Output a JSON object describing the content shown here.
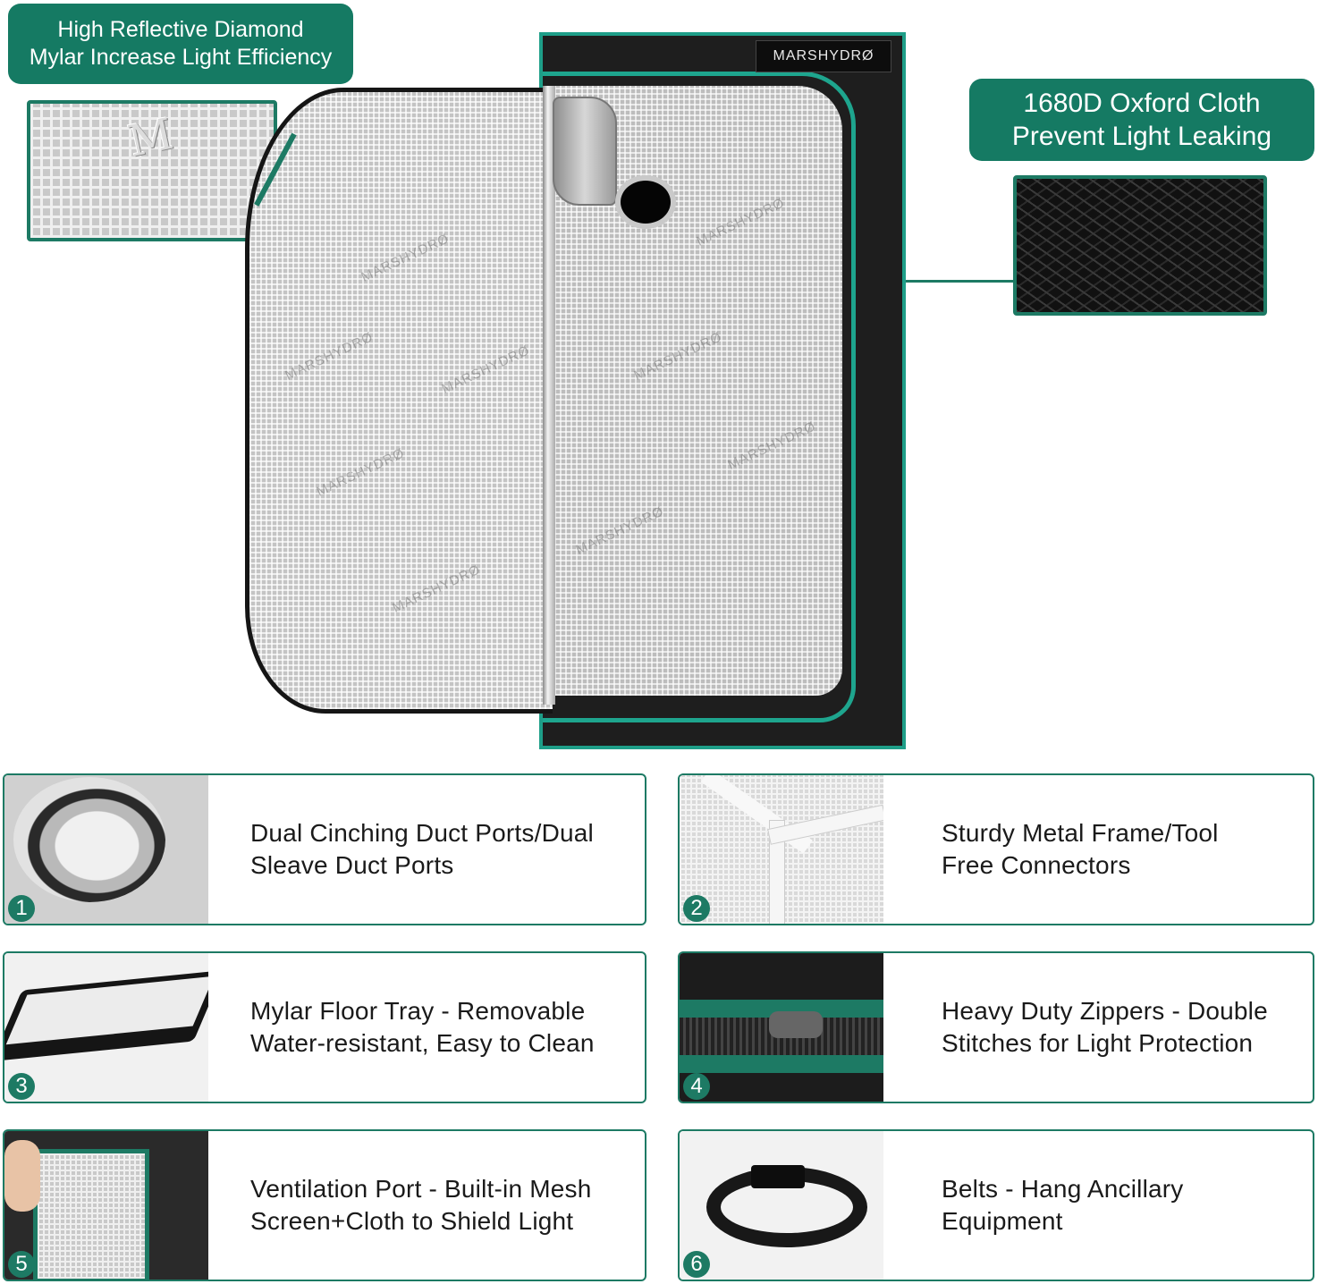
{
  "callouts": {
    "mylar": "High Reflective Diamond\nMylar Increase Light Efficiency",
    "oxford": "1680D Oxford Cloth\nPrevent Light Leaking"
  },
  "brand": "MARSHYDRØ",
  "features": [
    {
      "num": "1",
      "text": "Dual Cinching Duct Ports/Dual\nSleave Duct Ports"
    },
    {
      "num": "2",
      "text": "Sturdy Metal Frame/Tool\nFree Connectors"
    },
    {
      "num": "3",
      "text": "Mylar Floor Tray - Removable\nWater-resistant, Easy to Clean"
    },
    {
      "num": "4",
      "text": "Heavy Duty Zippers - Double\nStitches for Light Protection"
    },
    {
      "num": "5",
      "text": "Ventilation Port - Built-in Mesh\nScreen+Cloth to Shield Light"
    },
    {
      "num": "6",
      "text": "Belts - Hang Ancillary\nEquipment"
    }
  ],
  "colors": {
    "accent": "#1d7a64",
    "trim": "#1ea58e",
    "tent": "#1e1e1e"
  }
}
